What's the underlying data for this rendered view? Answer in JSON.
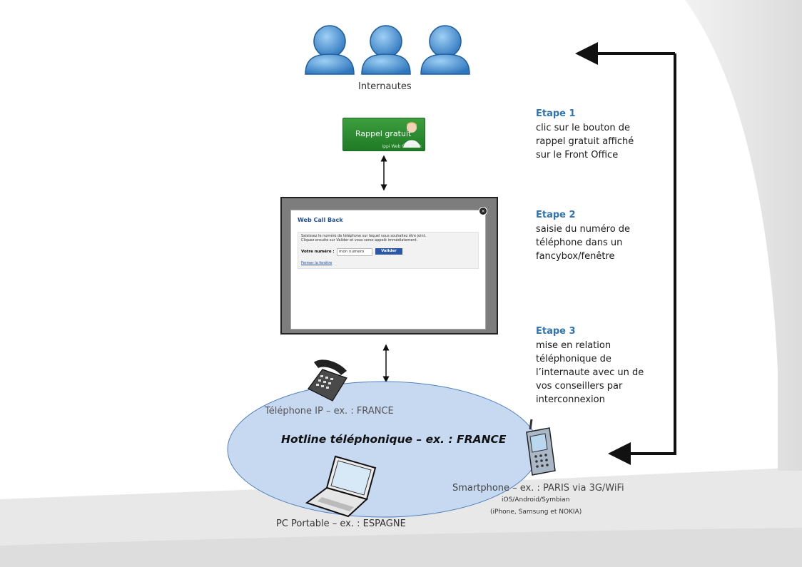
{
  "users": {
    "label": "Internautes"
  },
  "rappel_button": {
    "label": "Rappel gratuit",
    "sublabel": "ippi Web Call Back"
  },
  "web_call_back": {
    "title": "Web Call Back",
    "help_text_1": "Saisissez le numéro de téléphone sur lequel vous souhaitez être joint.",
    "help_text_2": "Cliquez ensuite sur Valider et vous serez appelé immédiatement.",
    "number_label": "Votre numéro :",
    "number_value": "mon numero",
    "submit_label": "Valider",
    "close_link": "Fermer la fenêtre",
    "close_icon": "×"
  },
  "steps": [
    {
      "title": "Etape 1",
      "lines": [
        "clic sur le bouton de",
        "rappel gratuit affiché",
        "sur le Front Office"
      ]
    },
    {
      "title": "Etape 2",
      "lines": [
        "saisie du numéro de",
        "téléphone dans un",
        "fancybox/fenêtre"
      ]
    },
    {
      "title": "Etape 3",
      "lines": [
        "mise en relation",
        "téléphonique de",
        "l’internaute avec un de",
        "vos conseillers par",
        "interconnexion"
      ]
    }
  ],
  "hotline": {
    "label": "Hotline téléphonique – ex. : FRANCE"
  },
  "ip_phone": {
    "label": "Téléphone IP – ex. : FRANCE",
    "icon": "desk-phone-icon"
  },
  "laptop": {
    "label": "PC Portable – ex. : ESPAGNE",
    "icon": "laptop-icon"
  },
  "smartphone": {
    "label": "Smartphone – ex. : PARIS via 3G/WiFi",
    "os": "iOS/Android/Symbian",
    "brands": "(iPhone, Samsung et NOKIA)",
    "icon": "mobile-phone-icon"
  },
  "colors": {
    "step_title": "#2e74b5",
    "ellipse_fill": "#c6d9f1",
    "ellipse_stroke": "#4f81bd",
    "user_icon": "#4a90d0",
    "button_green": "#2d8c33"
  }
}
